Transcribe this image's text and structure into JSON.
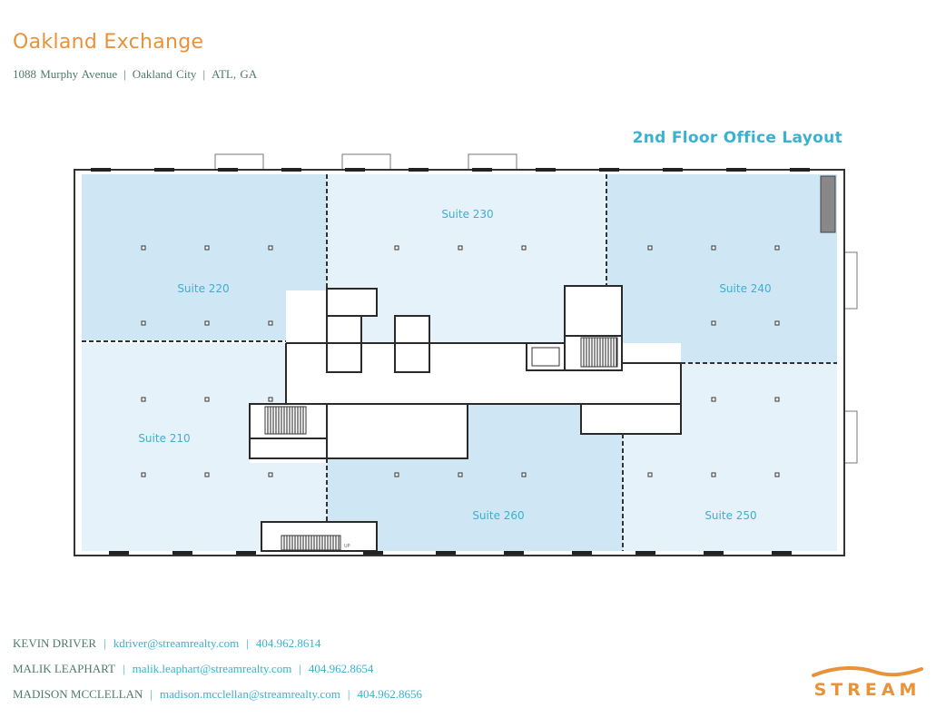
{
  "header": {
    "title": "Oakland Exchange",
    "address": [
      "1088 Murphy Avenue",
      "Oakland City",
      "ATL, GA"
    ],
    "separator": "|"
  },
  "plan": {
    "title": "2nd Floor Office Layout",
    "suites": {
      "s220": "Suite 220",
      "s230": "Suite 230",
      "s240": "Suite 240",
      "s210": "Suite 210",
      "s260": "Suite 260",
      "s250": "Suite 250"
    },
    "stair_label": "UP",
    "colors": {
      "suite_dark": "#cfe6f5",
      "suite_light": "#e6f2fa",
      "wall": "#2a2a2a"
    }
  },
  "contacts": [
    {
      "name": "KEVIN DRIVER",
      "email": "kdriver@streamrealty.com",
      "phone": "404.962.8614"
    },
    {
      "name": "MALIK LEAPHART",
      "email": "malik.leaphart@streamrealty.com",
      "phone": "404.962.8654"
    },
    {
      "name": "MADISON MCCLELLAN",
      "email": "madison.mcclellan@streamrealty.com",
      "phone": "404.962.8656"
    }
  ],
  "contact_separator": "|",
  "logo": {
    "text": "STREAM",
    "color": "#e8923a"
  },
  "colors": {
    "title": "#e8923a",
    "accent": "#3bb0cf",
    "address": "#4f7a6a"
  }
}
